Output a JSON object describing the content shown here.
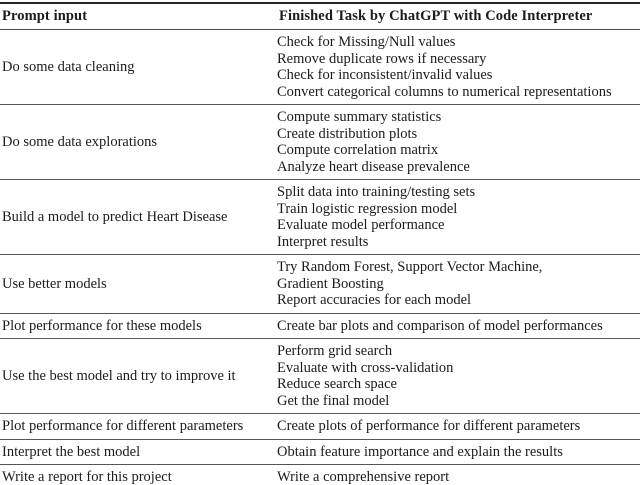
{
  "table": {
    "columns": [
      {
        "label": "Prompt input"
      },
      {
        "label": "Finished Task by ChatGPT with Code Interpreter"
      }
    ],
    "rows": [
      {
        "prompt": "Do some data cleaning",
        "tasks": [
          "Check for Missing/Null values",
          "Remove duplicate rows if necessary",
          "Check for inconsistent/invalid values",
          "Convert categorical columns to numerical representations"
        ]
      },
      {
        "prompt": "Do some data explorations",
        "tasks": [
          "Compute summary statistics",
          "Create distribution plots",
          "Compute correlation matrix",
          "Analyze heart disease prevalence"
        ]
      },
      {
        "prompt": "Build a model to predict Heart Disease",
        "tasks": [
          "Split data into training/testing sets",
          "Train logistic regression model",
          "Evaluate model performance",
          "Interpret results"
        ]
      },
      {
        "prompt": "Use better models",
        "tasks": [
          "Try Random Forest, Support Vector Machine,",
          "Gradient Boosting",
          "Report accuracies for each model"
        ]
      },
      {
        "prompt": "Plot performance for these models",
        "tasks": [
          "Create bar plots and comparison of model performances"
        ]
      },
      {
        "prompt": "Use the best model and try to improve it",
        "tasks": [
          "Perform grid search",
          "Evaluate with cross-validation",
          "Reduce search space",
          "Get the final model"
        ]
      },
      {
        "prompt": "Plot performance for different parameters",
        "tasks": [
          "Create plots of performance for different parameters"
        ]
      },
      {
        "prompt": "Interpret the best model",
        "tasks": [
          "Obtain feature importance and explain the results"
        ]
      },
      {
        "prompt": "Write a report for this project",
        "tasks": [
          "Write a comprehensive report"
        ]
      }
    ]
  },
  "colors": {
    "text": "#1b1b1b",
    "thick_rule": "#262626",
    "thin_rule": "#555555",
    "background": "#ffffff"
  }
}
